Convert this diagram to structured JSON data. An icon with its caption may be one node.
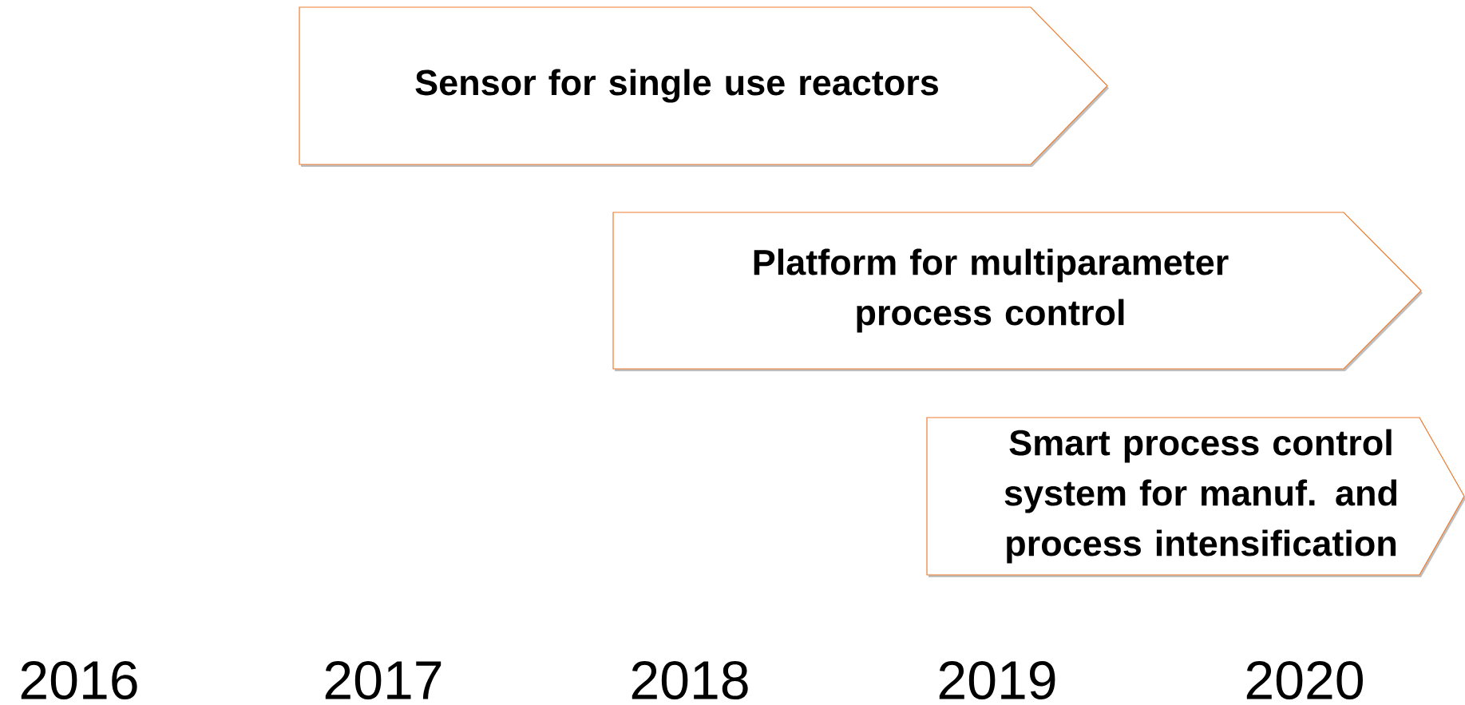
{
  "diagram": {
    "nodes": [
      {
        "text": [
          "Sensor for single use reactors"
        ]
      },
      {
        "text": [
          "Platform for multiparameter process control"
        ]
      },
      {
        "text": [
          "Smart process control system for manuf. and process intensification"
        ]
      }
    ],
    "labels": [
      "2016",
      "2017",
      "2018",
      "2019",
      "2020"
    ]
  }
}
